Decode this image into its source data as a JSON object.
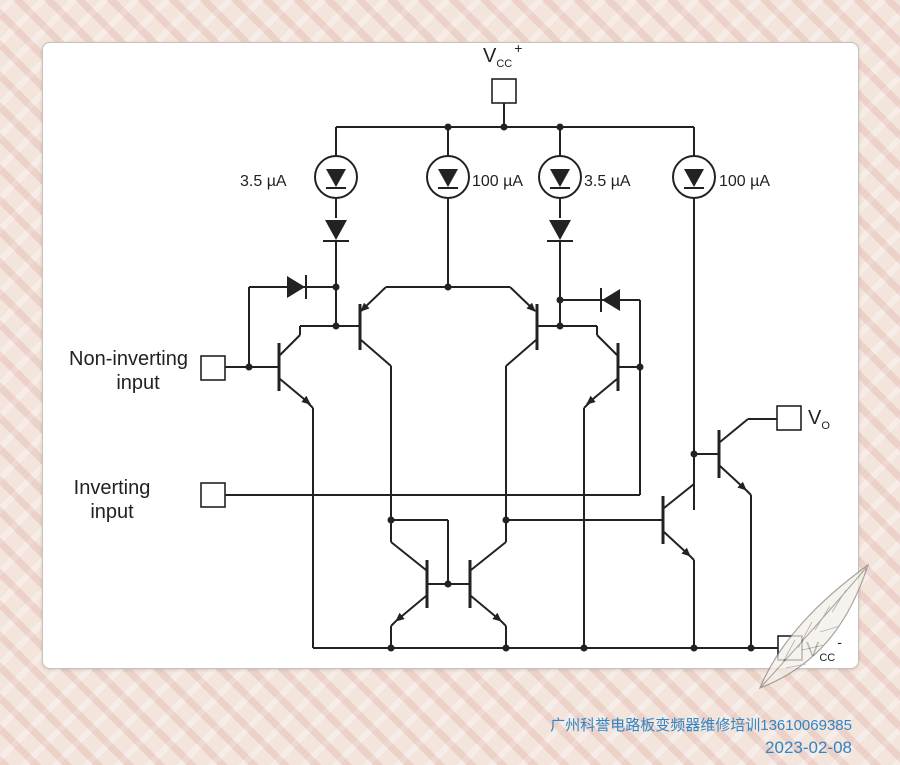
{
  "supply": {
    "positive": {
      "base": "V",
      "sub": "CC",
      "sign": "+"
    },
    "negative": {
      "base": "V",
      "sub": "CC",
      "sign": "-"
    }
  },
  "output": {
    "base": "V",
    "sub": "O"
  },
  "inputs": {
    "non_inverting": [
      "Non-inverting",
      "input"
    ],
    "inverting": [
      "Inverting",
      "input"
    ]
  },
  "current_sources": [
    "3.5 µA",
    "100 µA",
    "3.5 µA",
    "100 µA"
  ],
  "watermark": {
    "line1": "广州科誉电路板变频器维修培训13610069385",
    "line2": "2023-02-08"
  },
  "colors": {
    "wire": "#222222",
    "watermark": "#2f86c6",
    "panel": "#ffffff"
  }
}
